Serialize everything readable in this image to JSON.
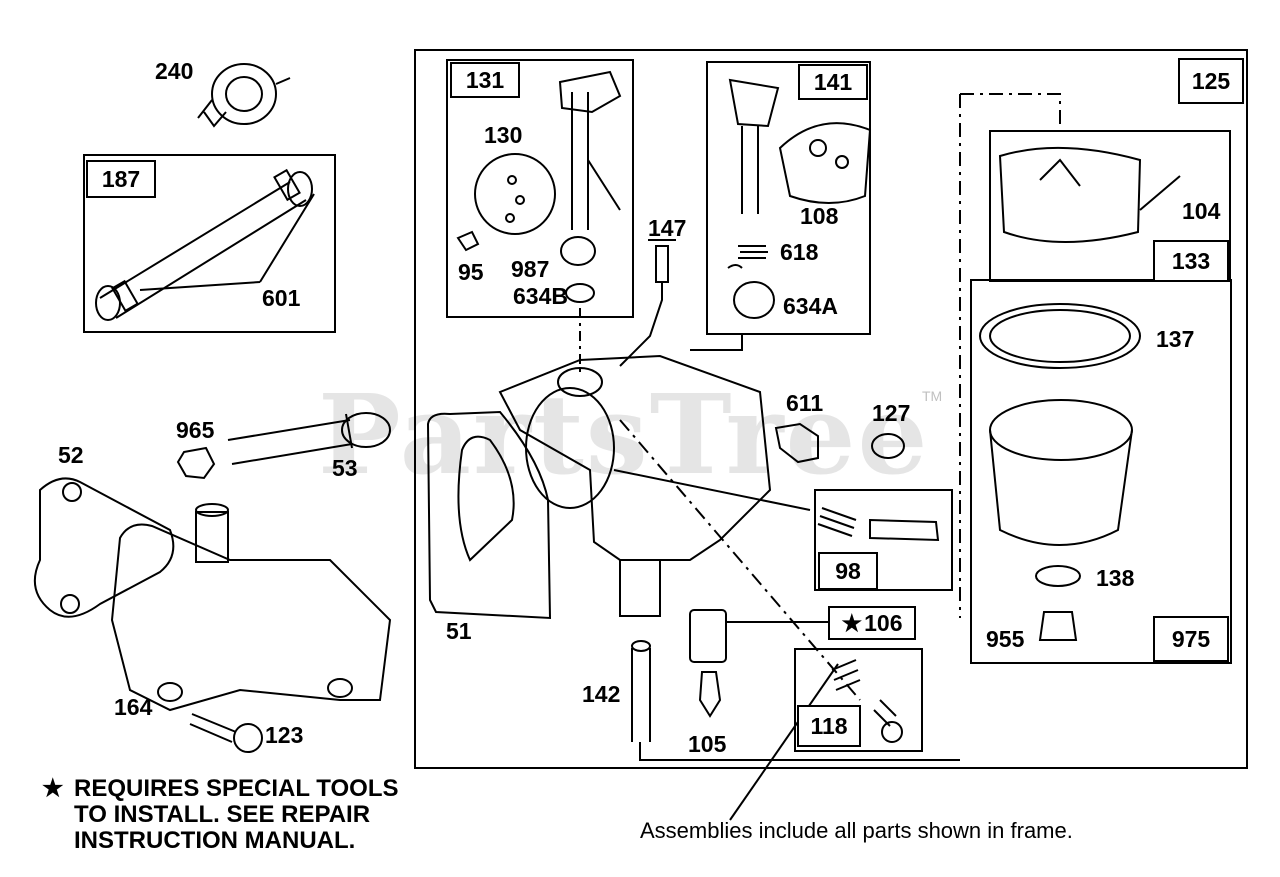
{
  "watermark": {
    "text": "PartsTree",
    "trademark": "TM"
  },
  "frame_labels": {
    "f125": "125",
    "f131": "131",
    "f141": "141",
    "f187": "187",
    "f133": "133",
    "f975": "975",
    "f98": "98",
    "f106": "106",
    "f118": "118"
  },
  "part_labels": {
    "p240": "240",
    "p601": "601",
    "p130": "130",
    "p95": "95",
    "p987": "987",
    "p634b": "634B",
    "p147": "147",
    "p108": "108",
    "p618": "618",
    "p634a": "634A",
    "p104": "104",
    "p137": "137",
    "p965": "965",
    "p53": "53",
    "p52": "52",
    "p611": "611",
    "p127": "127",
    "p138": "138",
    "p955": "955",
    "p51": "51",
    "p142": "142",
    "p105": "105",
    "p164": "164",
    "p123": "123"
  },
  "special_marker": "★",
  "notes": {
    "star": "★",
    "line1": "REQUIRES SPECIAL TOOLS",
    "line2": "TO INSTALL.  SEE REPAIR",
    "line3": "INSTRUCTION MANUAL."
  },
  "footer": "Assemblies include all parts shown in frame."
}
